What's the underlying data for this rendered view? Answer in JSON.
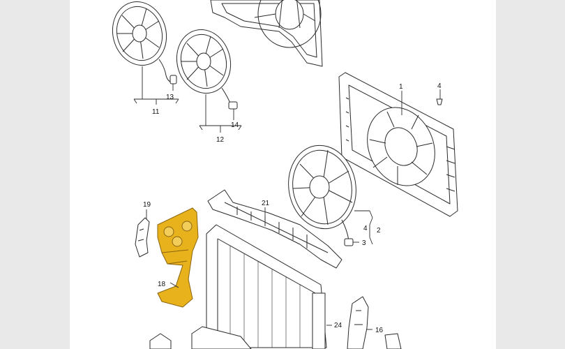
{
  "callouts": {
    "c1": "1",
    "c2": "2",
    "c3": "3",
    "c4a": "4",
    "c4b": "4",
    "c11": "11",
    "c12": "12",
    "c13": "13",
    "c14": "14",
    "c16": "16",
    "c18": "18",
    "c19": "19",
    "c21": "21",
    "c24": "24"
  },
  "colors": {
    "background_side": "#e9e9e9",
    "background_main": "#ffffff",
    "line": "#2a2a2a",
    "highlight_part": "#e8b21c",
    "highlight_stroke": "#8a6410"
  }
}
